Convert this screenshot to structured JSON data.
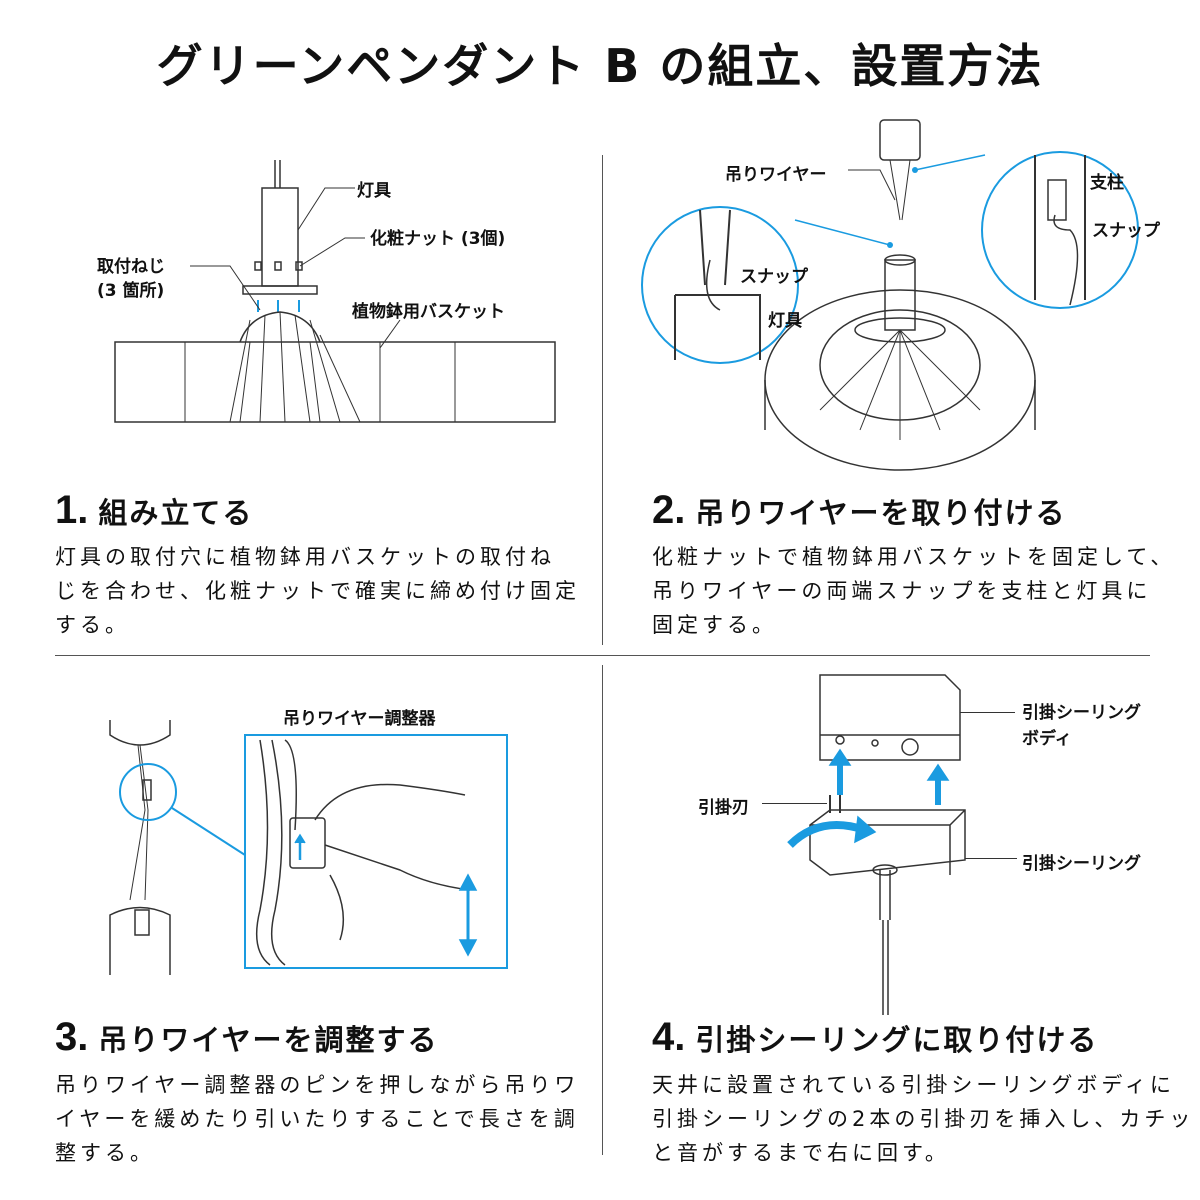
{
  "title": "グリーンペンダント B の組立、設置方法",
  "accent_color": "#1a9be0",
  "steps": [
    {
      "num": "1.",
      "heading": "組み立てる",
      "labels": {
        "fixture": "灯具",
        "nut": "化粧ナット (3個)",
        "screw1": "取付ねじ",
        "screw2": "(3 箇所)",
        "basket": "植物鉢用バスケット"
      },
      "body": [
        "灯具の取付穴に植物鉢用バスケットの取付ね",
        "じを合わせ、化粧ナットで確実に締め付け固定",
        "する。"
      ]
    },
    {
      "num": "2.",
      "heading": "吊りワイヤーを取り付ける",
      "labels": {
        "wire": "吊りワイヤー",
        "post": "支柱",
        "snap_right": "スナップ",
        "snap_left": "スナップ",
        "fixture": "灯具"
      },
      "body": [
        "化粧ナットで植物鉢用バスケットを固定して、",
        "吊りワイヤーの両端スナップを支柱と灯具に",
        "固定する。"
      ]
    },
    {
      "num": "3.",
      "heading": "吊りワイヤーを調整する",
      "labels": {
        "adjuster": "吊りワイヤー調整器"
      },
      "body": [
        "吊りワイヤー調整器のピンを押しながら吊りワ",
        "イヤーを緩めたり引いたりすることで長さを調",
        "整する。"
      ]
    },
    {
      "num": "4.",
      "heading": "引掛シーリングに取り付ける",
      "labels": {
        "body1": "引掛シーリング",
        "body2": "ボディ",
        "blade": "引掛刃",
        "ceiling": "引掛シーリング"
      },
      "body": [
        "天井に設置されている引掛シーリングボディに",
        "引掛シーリングの2本の引掛刃を挿入し、カチッ",
        "と音がするまで右に回す。"
      ]
    }
  ]
}
